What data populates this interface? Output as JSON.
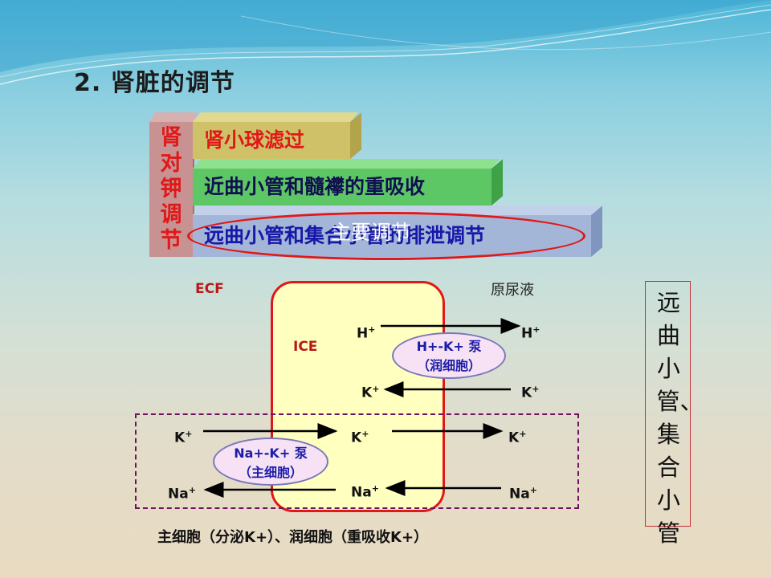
{
  "slide": {
    "title": "2. 肾脏的调节",
    "vertical_label": "肾对钾调节",
    "layers": [
      {
        "text": "肾小球滤过"
      },
      {
        "text": "近曲小管和髓襻的重吸收"
      },
      {
        "text": "远曲小管和集合小管的排泄调节"
      }
    ],
    "highlight_label": "主要调节",
    "diagram": {
      "ecf": "ECF",
      "ice": "ICE",
      "urine": "原尿液",
      "side_label": "远曲小管、集合小管",
      "h_top_left": "H",
      "h_top_right": "H",
      "k_top_left": "K",
      "k_top_right": "K",
      "k_mid_left": "K",
      "k_mid_center": "K",
      "k_mid_right": "K",
      "na_left": "Na",
      "na_center": "Na",
      "na_right": "Na",
      "plus": "+",
      "pump_hk_line1": "H+-K+ 泵",
      "pump_hk_line2": "（润细胞）",
      "pump_nak_line1": "Na+-K+ 泵",
      "pump_nak_line2": "（主细胞）",
      "footer": "主细胞（分泌K+）、润细胞（重吸收K+）"
    }
  }
}
